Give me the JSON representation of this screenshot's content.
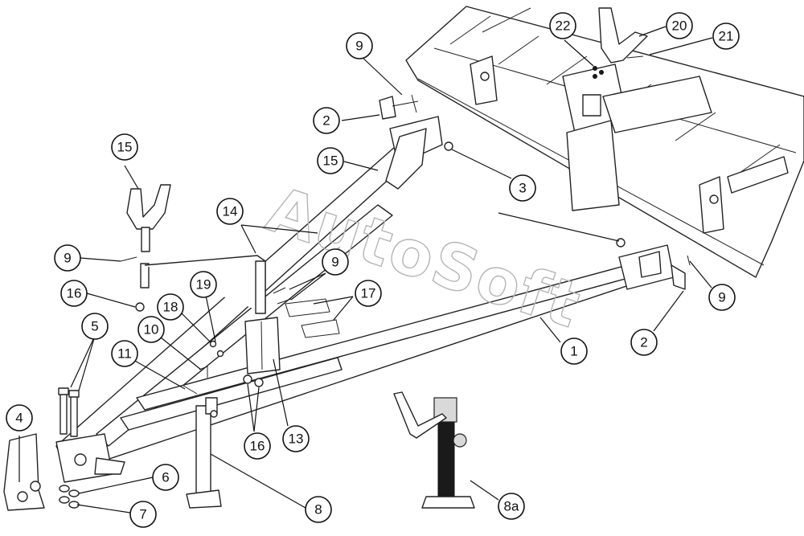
{
  "watermark": "AutoSoft",
  "callouts": [
    {
      "id": "c1",
      "label": "1"
    },
    {
      "id": "c2a",
      "label": "2"
    },
    {
      "id": "c2b",
      "label": "2"
    },
    {
      "id": "c3",
      "label": "3"
    },
    {
      "id": "c4",
      "label": "4"
    },
    {
      "id": "c5",
      "label": "5"
    },
    {
      "id": "c6",
      "label": "6"
    },
    {
      "id": "c7",
      "label": "7"
    },
    {
      "id": "c8",
      "label": "8"
    },
    {
      "id": "c8a",
      "label": "8a"
    },
    {
      "id": "c9a",
      "label": "9"
    },
    {
      "id": "c9b",
      "label": "9"
    },
    {
      "id": "c9c",
      "label": "9"
    },
    {
      "id": "c9d",
      "label": "9"
    },
    {
      "id": "c10",
      "label": "10"
    },
    {
      "id": "c11",
      "label": "11"
    },
    {
      "id": "c13",
      "label": "13"
    },
    {
      "id": "c14",
      "label": "14"
    },
    {
      "id": "c15a",
      "label": "15"
    },
    {
      "id": "c15b",
      "label": "15"
    },
    {
      "id": "c16a",
      "label": "16"
    },
    {
      "id": "c16b",
      "label": "16"
    },
    {
      "id": "c17",
      "label": "17"
    },
    {
      "id": "c18",
      "label": "18"
    },
    {
      "id": "c19",
      "label": "19"
    },
    {
      "id": "c20",
      "label": "20"
    },
    {
      "id": "c21",
      "label": "21"
    },
    {
      "id": "c22",
      "label": "22"
    }
  ]
}
